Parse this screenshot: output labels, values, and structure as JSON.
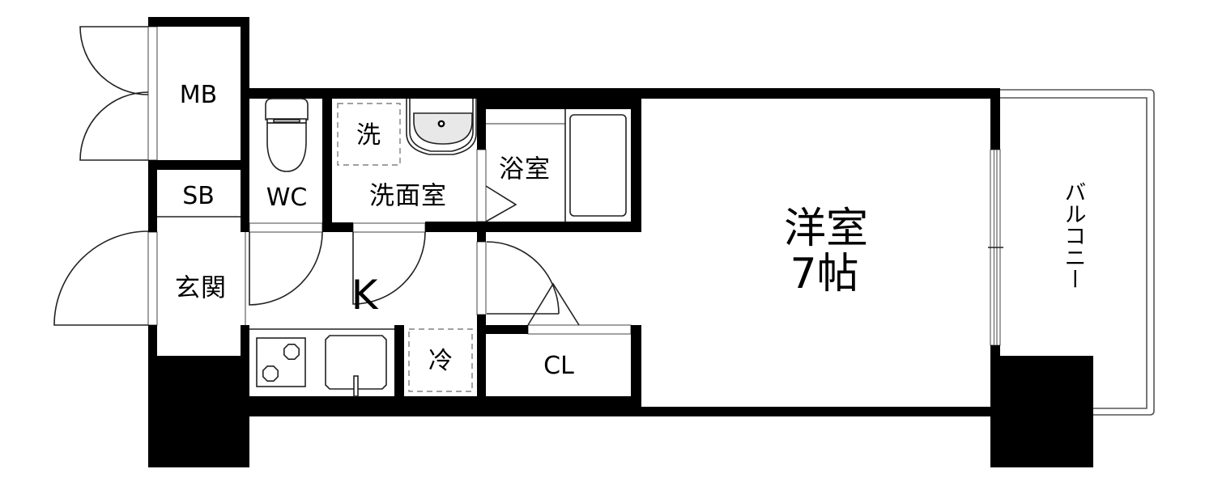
{
  "rooms": {
    "meter_box": {
      "label": "MB"
    },
    "shoe_box": {
      "label": "SB"
    },
    "toilet": {
      "label": "WC"
    },
    "washroom": {
      "label": "洗面室"
    },
    "washing_machine_space": {
      "label": "洗"
    },
    "bathroom": {
      "label": "浴室"
    },
    "entrance": {
      "label": "玄関"
    },
    "kitchen": {
      "label": "K"
    },
    "refrigerator_space": {
      "label": "冷"
    },
    "closet": {
      "label": "CL"
    },
    "western_room": {
      "label": "洋室",
      "size": "7帖"
    },
    "balcony": {
      "label": "バルコニー"
    }
  },
  "fixtures": [
    "toilet-icon",
    "washbasin-icon",
    "bathtub-icon",
    "stove-icon",
    "kitchen-sink-icon",
    "washing-machine-space-icon",
    "refrigerator-space-icon",
    "window-icon"
  ],
  "doors": [
    "meter-box-double-door",
    "entrance-door",
    "wc-door",
    "washroom-door",
    "bathroom-folding-door",
    "western-room-door",
    "closet-folding-door"
  ],
  "colors": {
    "wall": "#000000",
    "line": "#222222",
    "fixture_fill": "#e8e8e8",
    "dashed_outline": "#808080",
    "balcony_outline": "#555555",
    "background": "#ffffff"
  }
}
